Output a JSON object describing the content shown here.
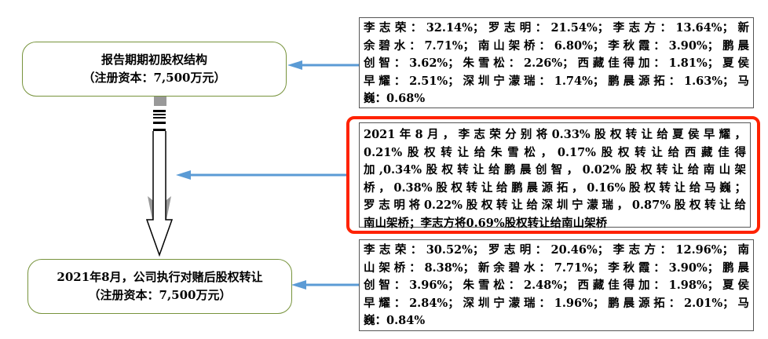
{
  "left_boxes": [
    {
      "title": "报告期期初股权结构",
      "subtitle": "（注册资本：7,500万元）"
    },
    {
      "title": "2021年8月，公司执行对赌后股权转让",
      "subtitle": "（注册资本：7,500万元）"
    }
  ],
  "right_boxes": [
    {
      "lines": [
        "李志荣：32.14%；罗志明：21.54%；李志方：13.64%；新",
        "余碧水：7.71%；南山架桥：6.80%；李秋霞：3.90%；鹏晨",
        "创智：3.62%；朱雪松：2.26%；西藏佳得加：1.81%；夏侯",
        "早耀：2.51%；深圳宁濛瑞：1.74%；鹏晨源拓：1.63%；马",
        "巍：0.68%"
      ]
    },
    {
      "lines": [
        "2021年8月，李志荣分别将0.33%股权转让给夏侯早耀，",
        "0.21%股权转让给朱雪松，0.17%股权转让给西藏佳得",
        "加,0.34%股权转让给鹏晨创智，0.02%股权转让给南山架",
        "桥，0.38%股权转让给鹏晨源拓，0.16%股权转让给马巍；",
        "罗志明将0.22%股权转让给深圳宁濛瑞，0.87%股权转让给",
        "南山架桥；李志方将0.69%股权转让给南山架桥"
      ]
    },
    {
      "lines": [
        "李志荣：30.52%；罗志明：20.46%；李志方：12.96%；南",
        "山架桥：8.38%；新余碧水：7.71%；李秋霞：3.90%；鹏晨",
        "创智：3.96%；朱雪松：2.48%；西藏佳得加：1.98%；夏侯",
        "早耀：2.84%；深圳宁濛瑞：1.96%；鹏晨源拓：2.01%；马",
        "巍：0.84%"
      ]
    }
  ],
  "colors": {
    "arrow": "#5b9bd5",
    "highlight": "#ff2200",
    "box_border": "#77933c"
  }
}
